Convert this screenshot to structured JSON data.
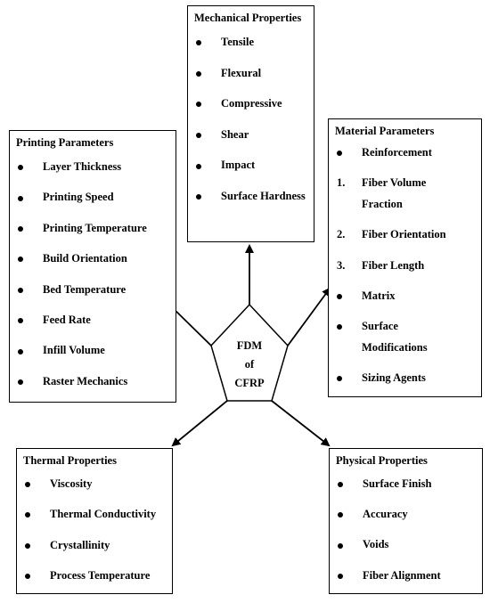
{
  "center": {
    "lines": [
      "FDM",
      "of",
      "CFRP"
    ]
  },
  "mechanical": {
    "title": "Mechanical Properties",
    "items": [
      {
        "marker": "bullet",
        "text": "Tensile"
      },
      {
        "marker": "bullet",
        "text": "Flexural"
      },
      {
        "marker": "bullet",
        "text": "Compressive"
      },
      {
        "marker": "bullet",
        "text": "Shear"
      },
      {
        "marker": "bullet",
        "text": "Impact"
      },
      {
        "marker": "bullet",
        "text": "Surface Hardness"
      }
    ]
  },
  "printing": {
    "title": "Printing Parameters",
    "items": [
      {
        "marker": "bullet",
        "text": "Layer Thickness"
      },
      {
        "marker": "bullet",
        "text": "Printing Speed"
      },
      {
        "marker": "bullet",
        "text": "Printing Temperature"
      },
      {
        "marker": "bullet",
        "text": "Build Orientation"
      },
      {
        "marker": "bullet",
        "text": "Bed Temperature"
      },
      {
        "marker": "bullet",
        "text": "Feed Rate"
      },
      {
        "marker": "bullet",
        "text": "Infill Volume"
      },
      {
        "marker": "bullet",
        "text": "Raster Mechanics"
      }
    ]
  },
  "material": {
    "title": "Material Parameters",
    "items": [
      {
        "marker": "bullet",
        "text": "Reinforcement"
      },
      {
        "marker": "1.",
        "text": "Fiber Volume",
        "continuation": "Fraction"
      },
      {
        "marker": "2.",
        "text": "Fiber Orientation"
      },
      {
        "marker": "3.",
        "text": "Fiber Length"
      },
      {
        "marker": "bullet",
        "text": "Matrix"
      },
      {
        "marker": "bullet",
        "text": "Surface",
        "continuation": "Modifications"
      },
      {
        "marker": "bullet",
        "text": "Sizing Agents"
      }
    ]
  },
  "thermal": {
    "title": "Thermal Properties",
    "items": [
      {
        "marker": "bullet",
        "text": "Viscosity"
      },
      {
        "marker": "bullet",
        "text": "Thermal Conductivity"
      },
      {
        "marker": "bullet",
        "text": "Crystallinity"
      },
      {
        "marker": "bullet",
        "text": "Process Temperature"
      }
    ]
  },
  "physical": {
    "title": "Physical Properties",
    "items": [
      {
        "marker": "bullet",
        "text": "Surface Finish"
      },
      {
        "marker": "bullet",
        "text": "Accuracy"
      },
      {
        "marker": "bullet",
        "text": "Voids"
      },
      {
        "marker": "bullet",
        "text": "Fiber Alignment"
      }
    ]
  }
}
